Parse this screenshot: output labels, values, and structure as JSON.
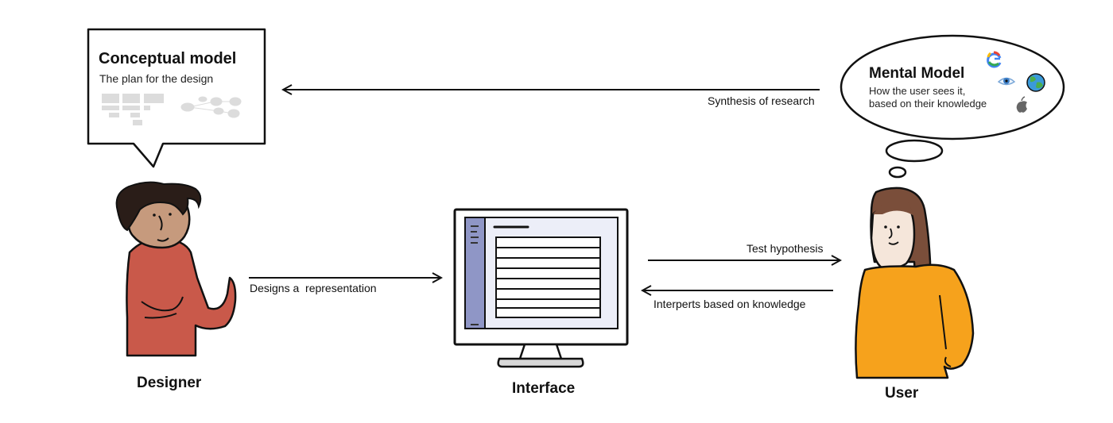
{
  "conceptual_model": {
    "title": "Conceptual model",
    "subtitle": "The plan for the design"
  },
  "mental_model": {
    "title": "Mental Model",
    "line1": "How the user sees it,",
    "line2": "based on their knowledge",
    "icons": [
      "google-icon",
      "eye-icon",
      "globe-icon",
      "apple-icon"
    ]
  },
  "arrows": {
    "synthesis": "Synthesis of research",
    "designs": "Designs a  representation",
    "test": "Test hypothesis",
    "interprets": "Interperts based on knowledge"
  },
  "captions": {
    "designer": "Designer",
    "interface": "Interface",
    "user": "User"
  },
  "colors": {
    "designer_shirt": "#c9594a",
    "designer_skin": "#c69a7d",
    "user_shirt": "#f6a21c",
    "user_hair": "#7a4e3a",
    "user_skin": "#f5e6da",
    "sidebar": "#8f96c6",
    "screen": "#eceef8"
  }
}
